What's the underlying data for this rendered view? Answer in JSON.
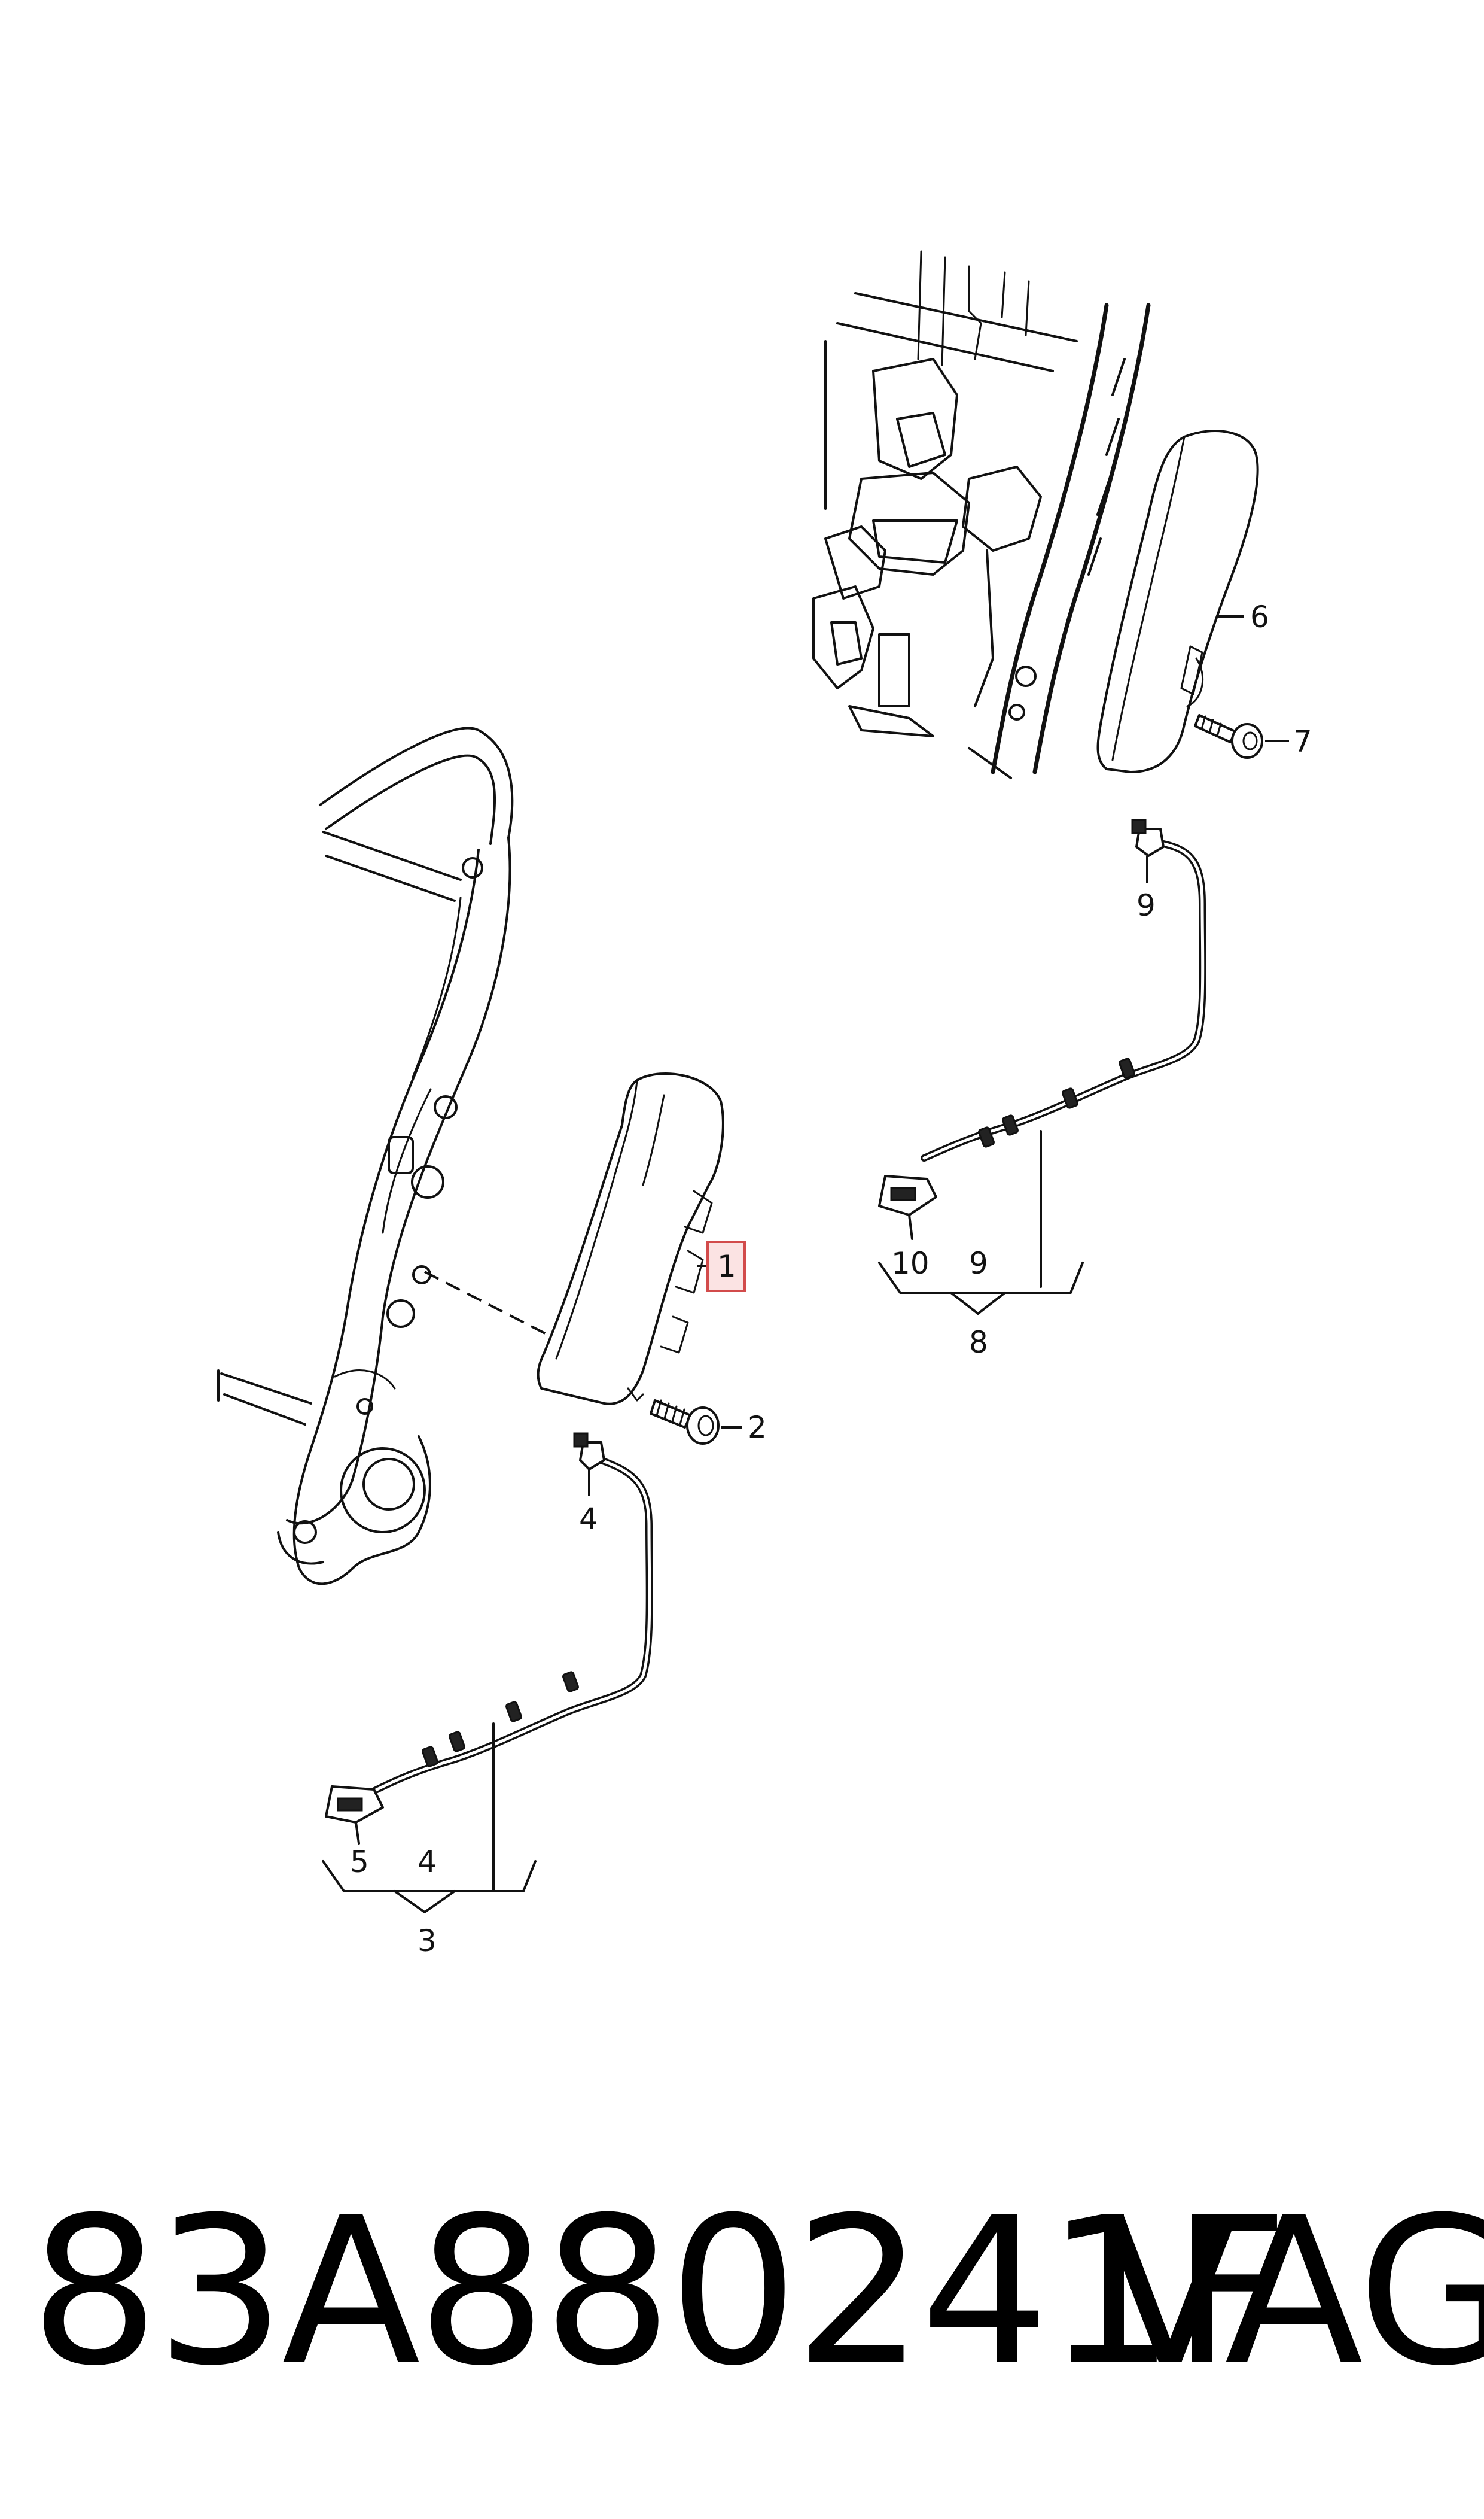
{
  "callouts": {
    "c1": "1",
    "c2": "2",
    "c3": "3",
    "c4a": "4",
    "c4b": "4",
    "c5": "5",
    "c6": "6",
    "c7": "7",
    "c8": "8",
    "c9a": "9",
    "c9b": "9",
    "c10": "10"
  },
  "footer": {
    "part_number": "83A880241F",
    "brand": "VAG"
  },
  "colors": {
    "highlight_fill": "#fbe3e3",
    "highlight_border": "#d24b4b",
    "line": "#111111"
  }
}
